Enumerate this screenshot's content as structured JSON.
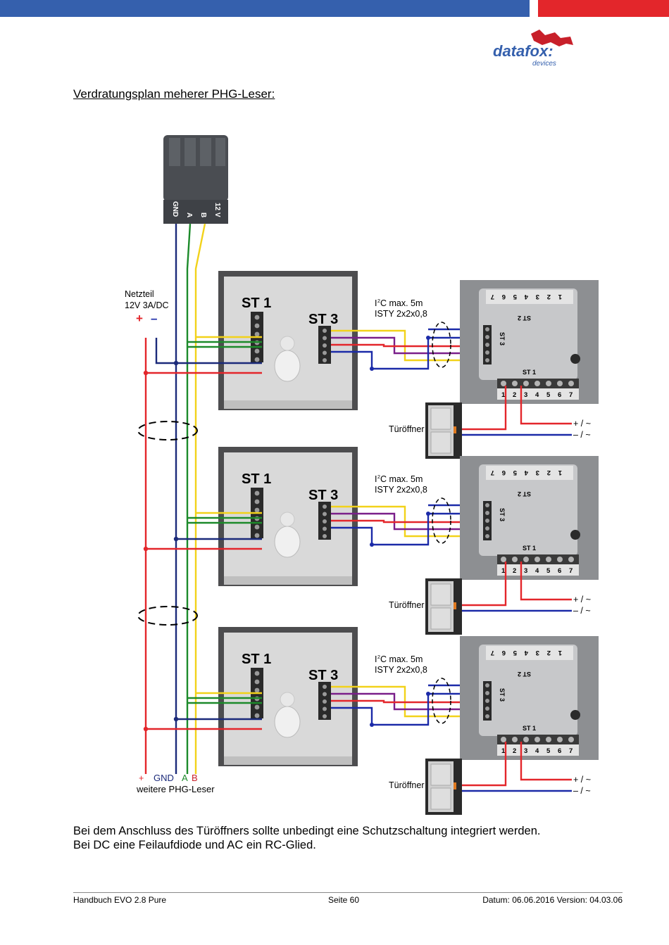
{
  "header": {
    "bar_blue": "#3560ad",
    "bar_red": "#e3262b",
    "logo_text": "datafox:",
    "logo_sub": "devices"
  },
  "title": "Verdratungsplan meherer PHG-Leser:",
  "connector": {
    "pins": [
      "GND",
      "A",
      "B",
      "12 V"
    ]
  },
  "power": {
    "label_line1": "Netzteil",
    "label_line2": "12V 3A/DC",
    "plus": "+",
    "minus": "–"
  },
  "readers": [
    {
      "st1": "ST 1",
      "st3": "ST 3",
      "i2c": "C   max. 5m",
      "i2c_prefix": "I",
      "i2c_sup": "2",
      "cable": "ISTY 2x2x0,8",
      "door": "Türöffner",
      "plus_label": "+ / ~",
      "minus_label": "– / ~"
    },
    {
      "st1": "ST 1",
      "st3": "ST 3",
      "i2c": "C   max. 5m",
      "i2c_prefix": "I",
      "i2c_sup": "2",
      "cable": "ISTY 2x2x0,8",
      "door": "Türöffner",
      "plus_label": "+ / ~",
      "minus_label": "– / ~"
    },
    {
      "st1": "ST 1",
      "st3": "ST 3",
      "i2c": "C   max. 5m",
      "i2c_prefix": "I",
      "i2c_sup": "2",
      "cable": "ISTY 2x2x0,8",
      "door": "Türöffner",
      "plus_label": "+ / ~",
      "minus_label": "– / ~"
    }
  ],
  "module": {
    "st2": "ST 2",
    "st3": "ST 3",
    "st1": "ST 1",
    "top_pins": [
      "7",
      "6",
      "5",
      "4",
      "3",
      "2",
      "1"
    ],
    "bottom_pins": [
      "1",
      "2",
      "3",
      "4",
      "5",
      "6",
      "7"
    ]
  },
  "bottom_legend": {
    "plus": "+",
    "gnd": "GND",
    "a": "A",
    "b": "B",
    "more": "weitere PHG-Leser"
  },
  "colors": {
    "red": "#e3262b",
    "blue": "#1b2aa8",
    "green": "#1c8a2a",
    "yellow": "#f2d21a",
    "purple": "#7a1f8a",
    "navy": "#1b2a7a"
  },
  "note_line1": "Bei dem Anschluss des Türöffners sollte unbedingt eine Schutzschaltung integriert werden.",
  "note_line2": "Bei DC eine Feilaufdiode und AC ein RC-Glied.",
  "footer": {
    "left": "Handbuch EVO 2.8 Pure",
    "center": "Seite 60",
    "right": "Datum: 06.06.2016  Version: 04.03.06"
  }
}
